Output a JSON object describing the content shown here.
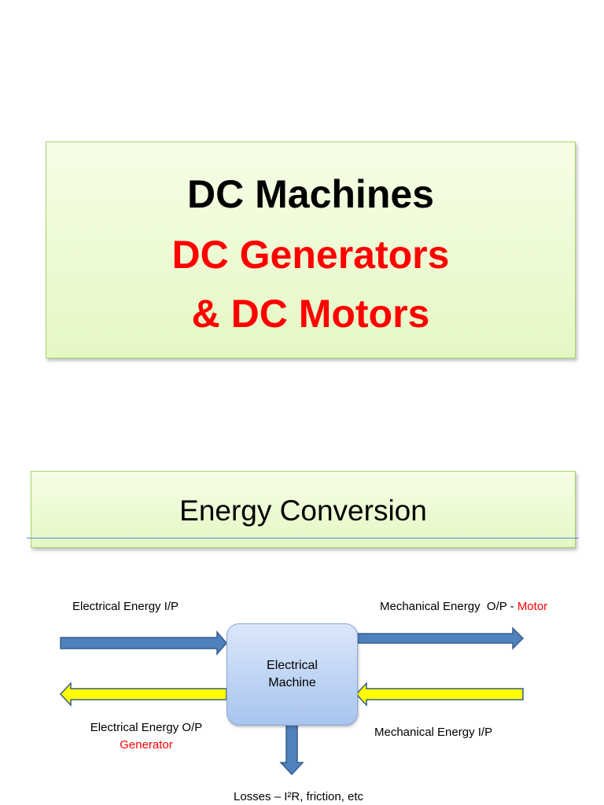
{
  "title": {
    "line1": "DC Machines",
    "line2": "DC Generators",
    "line3": "& DC Motors"
  },
  "section": {
    "heading": "Energy Conversion"
  },
  "diagram": {
    "machine_line1": "Electrical",
    "machine_line2": "Machine",
    "elec_input": "Electrical Energy I/P",
    "mech_output": "Mechanical Energy  O/P - ",
    "mech_output_tag": "Motor",
    "elec_output": "Electrical Energy O/P",
    "elec_output_tag": "Generator",
    "mech_input": "Mechanical Energy I/P",
    "losses": "Losses – I²R, friction, etc"
  },
  "colors": {
    "title_black": "#000000",
    "title_red": "#ff0000",
    "motor_arrow": "#4f81bd",
    "generator_arrow": "#ffff00"
  }
}
